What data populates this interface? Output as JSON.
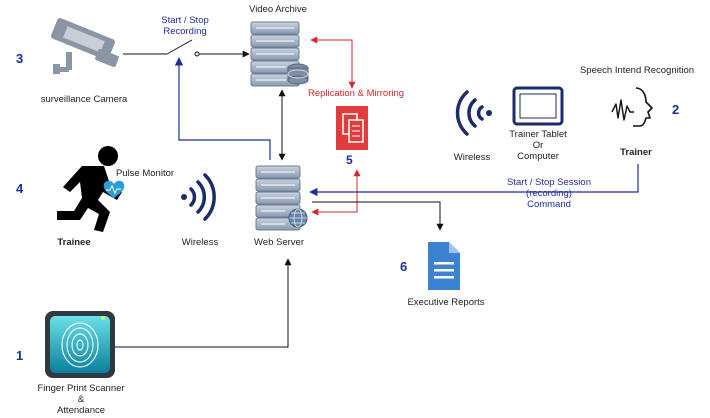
{
  "nodes": {
    "camera": {
      "number": "3",
      "label": "surveillance Camera"
    },
    "recording_switch": {
      "label_line1": "Start / Stop",
      "label_line2": "Recording"
    },
    "video_archive": {
      "label": "Video Archive"
    },
    "replication": {
      "label": "Replication & Mirroring",
      "number": "5"
    },
    "trainee": {
      "number": "4",
      "label": "Trainee",
      "pulse_label": "Pulse Monitor"
    },
    "wireless_left": {
      "label": "Wireless"
    },
    "web_server": {
      "label": "Web Server"
    },
    "wireless_right": {
      "label": "Wireless"
    },
    "trainer_tablet": {
      "line1": "Trainer Tablet",
      "line2": "Or",
      "line3": "Computer"
    },
    "speech": {
      "label": "Speech Intend Recognition",
      "number": "2"
    },
    "trainer": {
      "label": "Trainer"
    },
    "command": {
      "line1": "Start / Stop Session",
      "line2": "(recording)",
      "line3": "Command"
    },
    "reports": {
      "number": "6",
      "label": "Executive Reports"
    },
    "fingerprint": {
      "number": "1",
      "line1": "Finger Print Scanner",
      "line2": "&",
      "line3": "Attendance"
    }
  },
  "colors": {
    "blue": "#1a2fa0",
    "red": "#d8262b",
    "dark": "#111111",
    "server": "#8a9bb0",
    "doc": "#3b82d0",
    "tablet": "#1b2c6b"
  },
  "icons": [
    "camera-icon",
    "switch-icon",
    "server-icon",
    "database-icon",
    "replication-icon",
    "runner-icon",
    "heart-icon",
    "wireless-icon",
    "tablet-icon",
    "speaking-head-icon",
    "document-icon",
    "fingerprint-scanner-icon",
    "globe-icon"
  ]
}
